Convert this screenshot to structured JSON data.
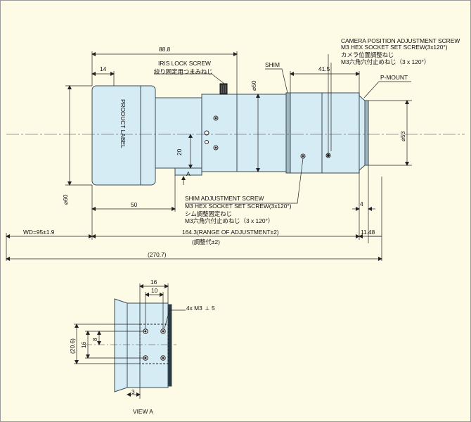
{
  "labels": {
    "iris_lock": "IRIS LOCK SCREW",
    "iris_lock_jp": "絞り固定用つまみねじ",
    "shim": "SHIM",
    "camera_pos_1": "CAMERA POSITION ADJUSTMENT SCREW",
    "camera_pos_2": "M3 HEX SOCKET SET SCREW(3x120°)",
    "camera_pos_jp1": "カメラ位置調整ねじ",
    "camera_pos_jp2": "M3六角穴付止めねじ（3 x 120°）",
    "p_mount": "P-MOUNT",
    "product_label": "PRODUCT LABEL",
    "shim_adj_1": "SHIM ADJUSTMENT SCREW",
    "shim_adj_2": "M3 HEX SOCKET SET SCREW(3x120°)",
    "shim_adj_jp1": "シム調整固定ねじ",
    "shim_adj_jp2": "M3六角穴付止めねじ（3 x 120°）",
    "arrow_a": "A",
    "view_a": "VIEW A",
    "screw_note": "4x M3",
    "screw_depth": "5"
  },
  "dims": {
    "d88_8": "88.8",
    "d14": "14",
    "d41_5": "41.5",
    "phi50": "⌀50",
    "phi53": "⌀53",
    "phi60": "⌀60",
    "d20": "20",
    "d50": "50",
    "d4": "4",
    "wd": "WD=95±1.9",
    "range": "164.3(RANGE OF ADJUSTMENT±2)",
    "range_jp": "(調整代±2)",
    "d11_48": "11.48",
    "d270_7": "(270.7)",
    "v16_top": "16",
    "v10": "10",
    "v20_6": "(20.6)",
    "v16_left": "16",
    "v8": "8",
    "v3": "3"
  },
  "colors": {
    "lens_body": "#d6ecf5",
    "lens_edge": "#3a4a52",
    "background": "#fdfae6",
    "line": "#222222"
  }
}
